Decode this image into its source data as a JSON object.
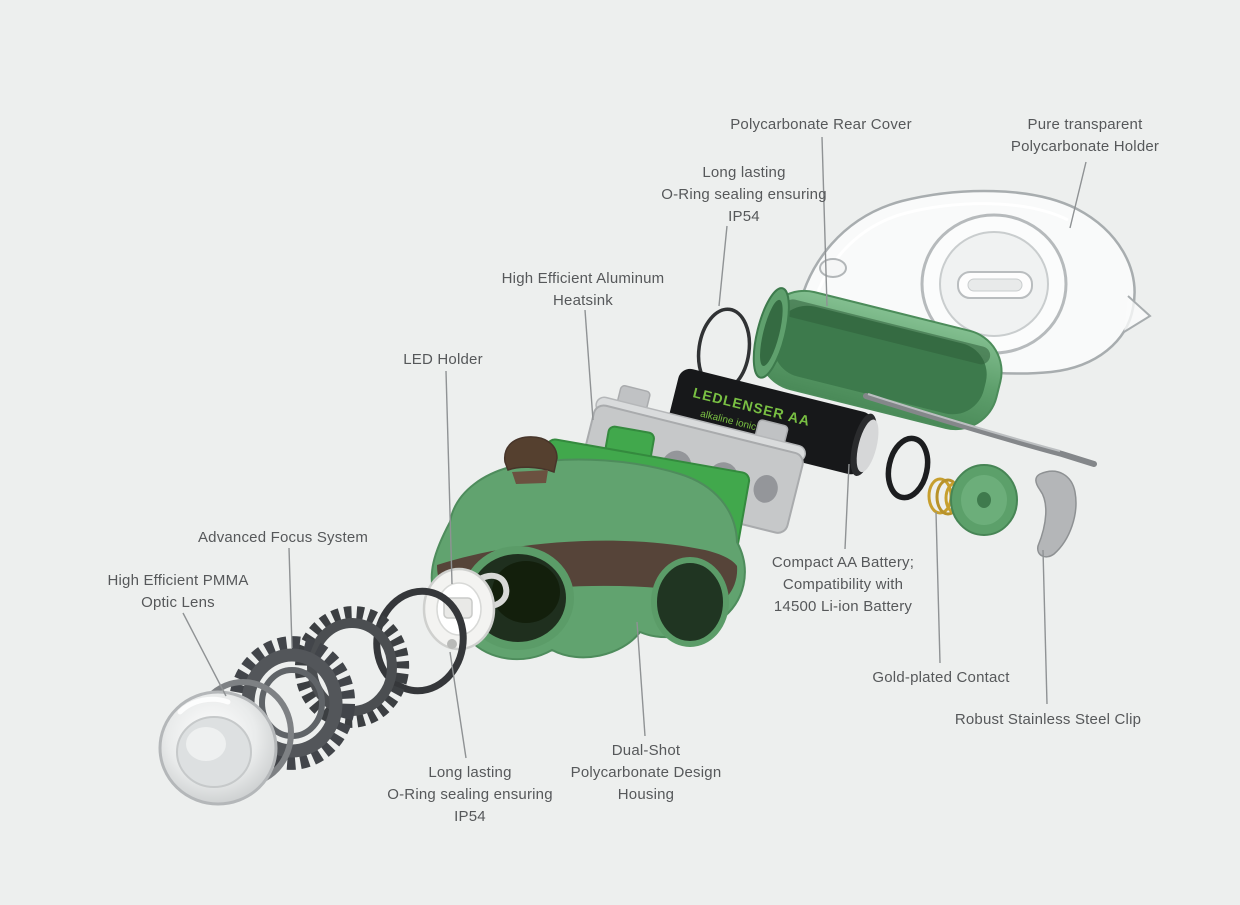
{
  "page": {
    "background": "#edefee"
  },
  "diagram": {
    "name": "Headlamp exploded parts diagram",
    "labels": {
      "rear_cover": "Polycarbonate Rear Cover",
      "holder": "Pure transparent\nPolycarbonate Holder",
      "oring_top": "Long lasting\nO-Ring  sealing ensuring\nIP54",
      "heatsink": "High Efficient Aluminum\nHeatsink",
      "led_holder": "LED Holder",
      "focus_system": "Advanced Focus System",
      "optic_lens": "High Efficient PMMA\nOptic Lens",
      "battery": "Compact AA Battery;\nCompatibility with\n14500 Li-ion Battery",
      "gold_contact": "Gold-plated Contact",
      "steel_clip": "Robust Stainless Steel Clip",
      "oring_bottom": "Long lasting\nO-Ring  sealing ensuring\nIP54",
      "housing": "Dual-Shot\nPolycarbonate  Design\nHousing"
    },
    "battery_text": {
      "brand": "LEDLENSER AA",
      "type": "alkaline ionic"
    },
    "colors": {
      "housing_green": "#61a36f",
      "bracket_green": "#41a84c",
      "band_brown": "#564439",
      "contact_gold": "#c79f2e",
      "label_text": "#56585a"
    }
  }
}
